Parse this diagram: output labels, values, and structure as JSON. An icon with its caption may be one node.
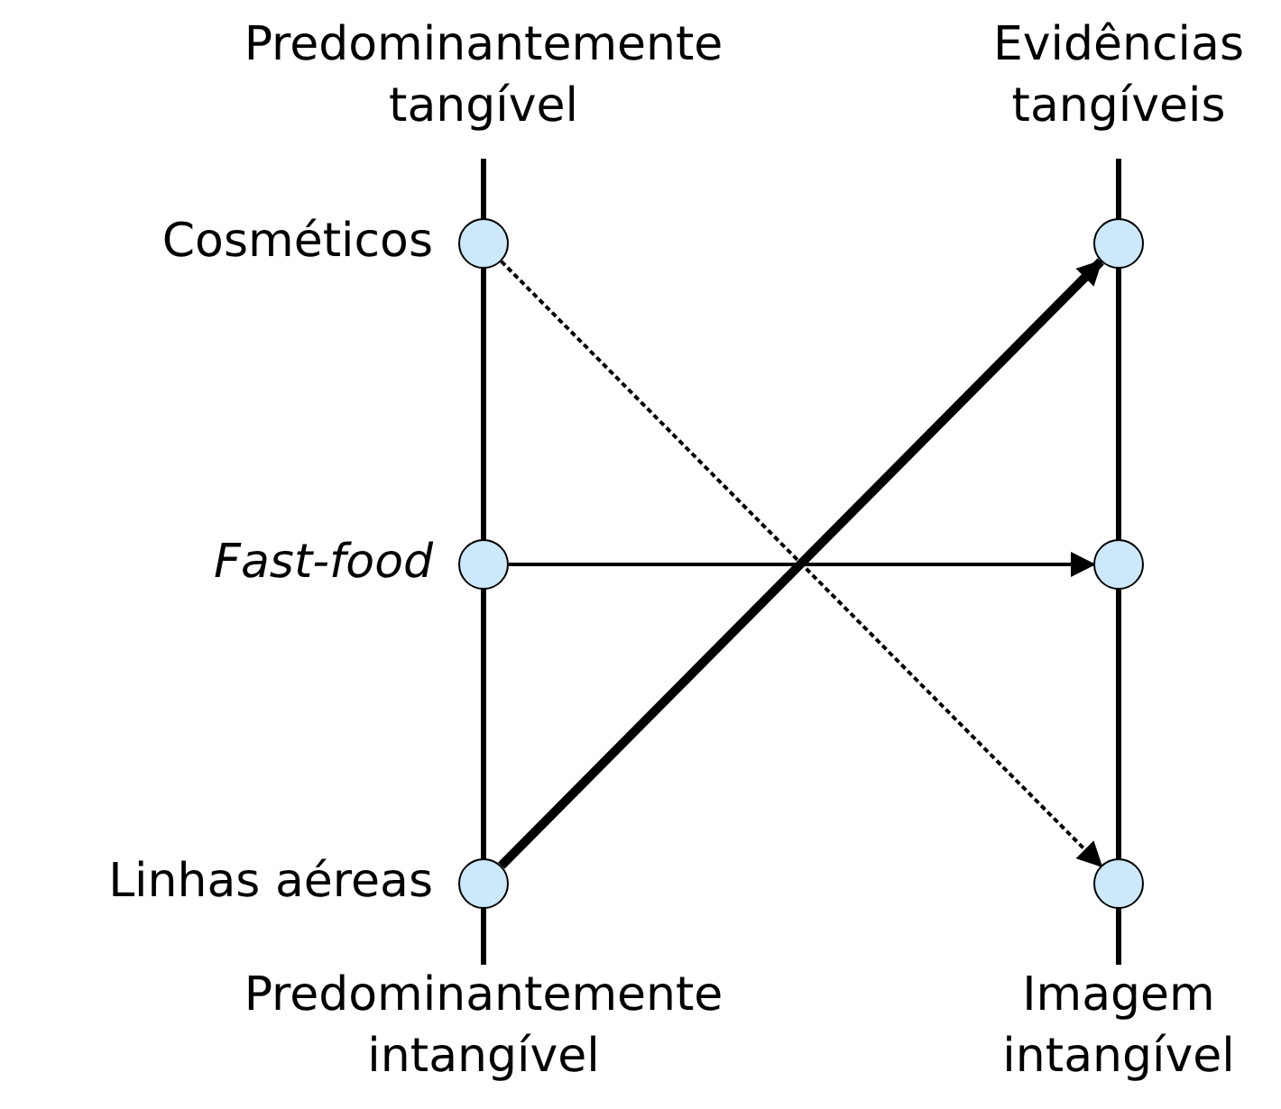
{
  "diagram": {
    "nodes": [
      {
        "text": [],
        "shape": "circle",
        "beside": [
          "Cosméticos"
        ]
      },
      {
        "text": [],
        "shape": "circle",
        "beside": [
          "Fast-food"
        ]
      },
      {
        "text": [],
        "shape": "circle",
        "beside": [
          "Linhas aéreas"
        ]
      },
      {
        "text": [],
        "shape": "circle"
      },
      {
        "text": [],
        "shape": "circle"
      },
      {
        "text": [],
        "shape": "circle"
      }
    ],
    "edges": [
      {
        "from": 0,
        "to": 5,
        "arrow": "to",
        "style": "dashed"
      },
      {
        "from": 1,
        "to": 4,
        "arrow": "to"
      },
      {
        "from": 2,
        "to": 3,
        "arrow": "to",
        "style": "thick"
      }
    ],
    "labels": [
      "Predominantemente tangível",
      "Evidências tangíveis",
      "Predominantemente intangível",
      "Imagem intangível"
    ]
  }
}
